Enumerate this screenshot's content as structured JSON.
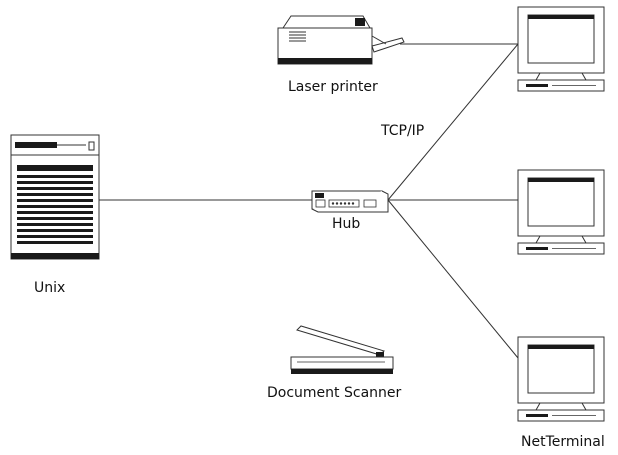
{
  "nodes": {
    "server": {
      "label": "Unix",
      "icon": "server-tower-icon"
    },
    "hub": {
      "label": "Hub",
      "icon": "network-hub-icon"
    },
    "printer": {
      "label": "Laser printer",
      "icon": "laser-printer-icon"
    },
    "scanner": {
      "label": "Document Scanner",
      "icon": "flatbed-scanner-icon"
    },
    "terminals": [
      {
        "label": "",
        "icon": "terminal-monitor-icon"
      },
      {
        "label": "",
        "icon": "terminal-monitor-icon"
      },
      {
        "label": "NetTerminal",
        "icon": "terminal-monitor-icon"
      }
    ]
  },
  "link_label": "TCP/IP",
  "colors": {
    "line": "#333333",
    "fill": "#ffffff",
    "dark": "#1a1a1a"
  }
}
